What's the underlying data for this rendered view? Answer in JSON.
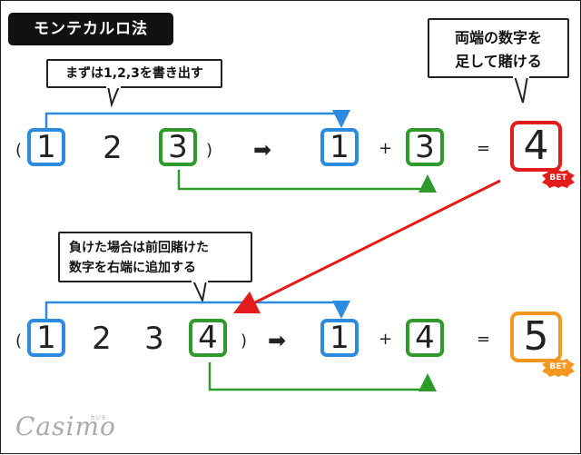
{
  "title": "モンテカルロ法",
  "callouts": {
    "step1": "まずは1,2,3を書き出す",
    "bet_rule_line1": "両端の数字を",
    "bet_rule_line2": "足して賭ける",
    "lose_rule_line1": "負けた場合は前回賭けた",
    "lose_rule_line2": "数字を右端に追加する"
  },
  "row1": {
    "open_paren": "(",
    "seq": [
      "1",
      "2",
      "3"
    ],
    "close_paren": ")",
    "arrow": "➡",
    "left": "1",
    "plus": "+",
    "right": "3",
    "equals": "=",
    "bet": "4"
  },
  "row2": {
    "open_paren": "(",
    "seq": [
      "1",
      "2",
      "3",
      "4"
    ],
    "close_paren": ")",
    "arrow": "➡",
    "left": "1",
    "plus": "+",
    "right": "4",
    "equals": "=",
    "bet": "5"
  },
  "badge": "BET",
  "logo": {
    "name": "Casimo",
    "sub": "カジモ"
  },
  "colors": {
    "blue": "#2c8be0",
    "green": "#2f9a2c",
    "red": "#e21b1b",
    "orange": "#f5961e"
  }
}
